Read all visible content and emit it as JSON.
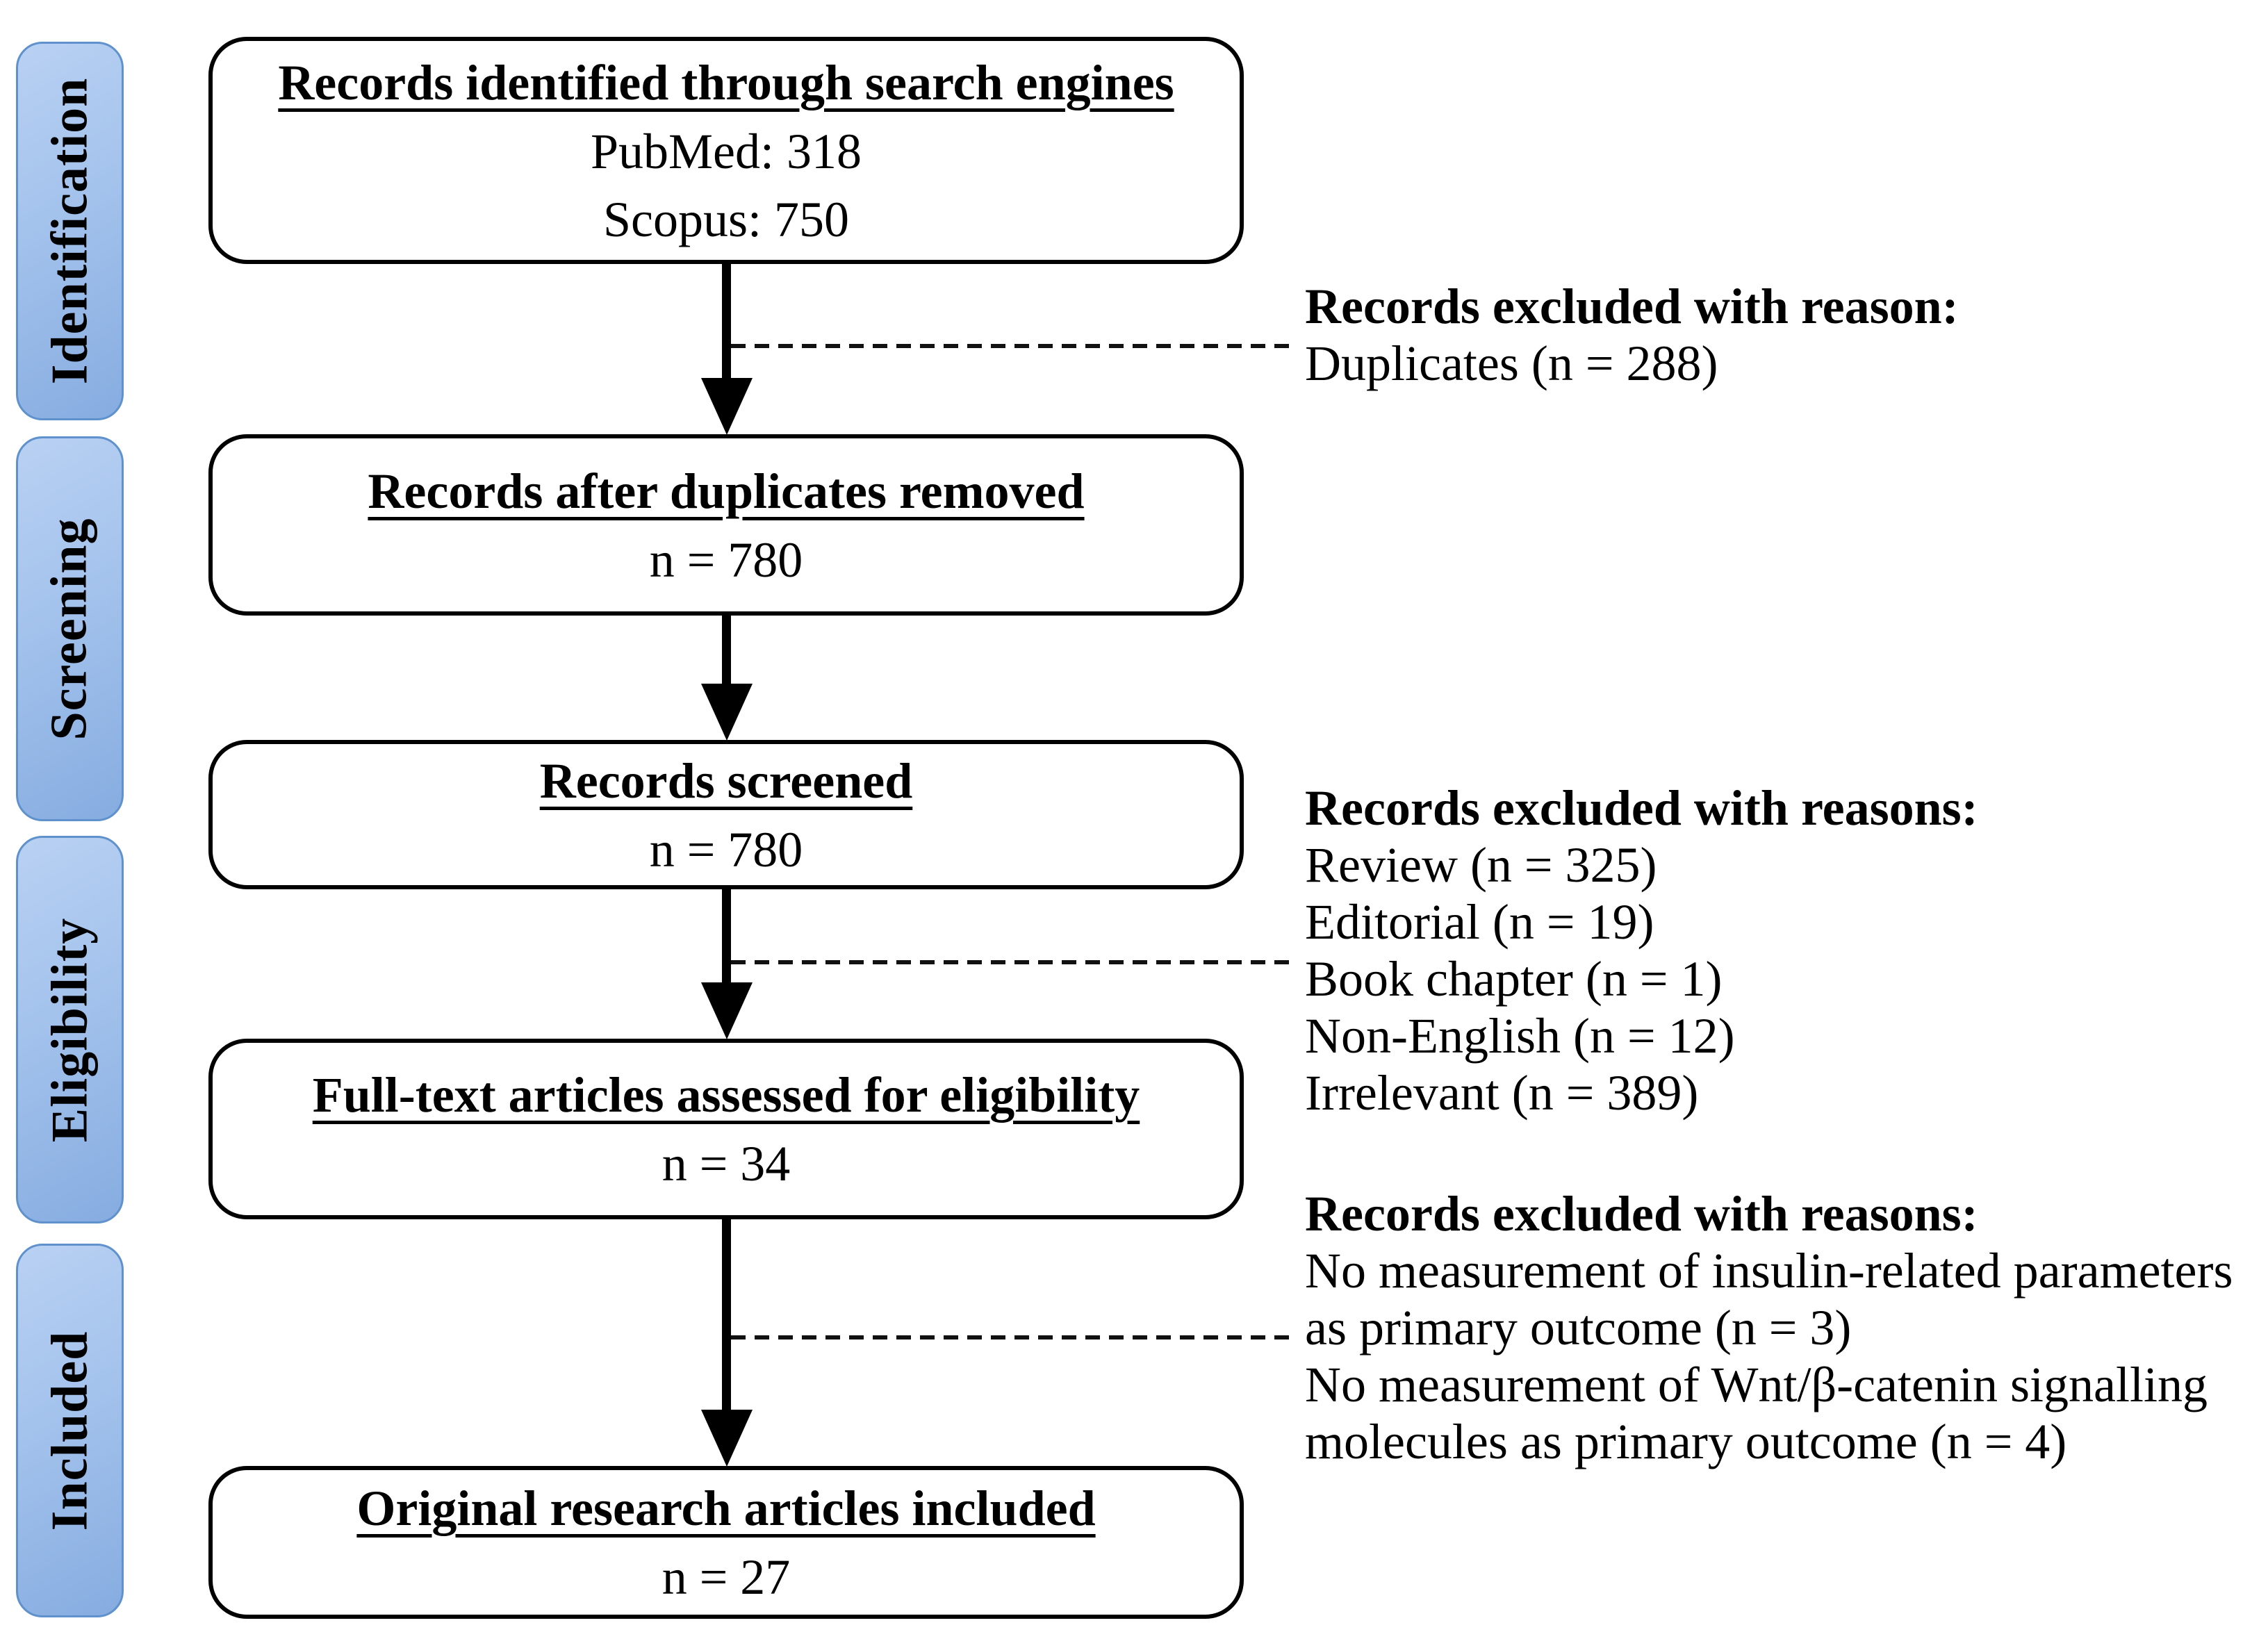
{
  "figure": {
    "kind": "PRISMA flow diagram"
  },
  "colors": {
    "stage_fill_top": "#b9d1f3",
    "stage_fill_bottom": "#86ace0",
    "stage_border": "#5f92cc",
    "line_color": "#000000"
  },
  "stages": [
    {
      "label": "Identification"
    },
    {
      "label": "Screening"
    },
    {
      "label": "Eligibility"
    },
    {
      "label": "Included"
    }
  ],
  "flow": {
    "boxes": [
      {
        "title": "Records identified through search engines",
        "lines": [
          "PubMed: 318",
          "Scopus: 750"
        ]
      },
      {
        "title": "Records after duplicates removed",
        "lines": [
          "n = 780"
        ]
      },
      {
        "title": "Records screened",
        "lines": [
          "n = 780"
        ]
      },
      {
        "title": "Full-text articles assessed for eligibility",
        "lines": [
          "n = 34"
        ]
      },
      {
        "title": "Original research articles included",
        "lines": [
          "n = 27"
        ]
      }
    ]
  },
  "exclusions": [
    {
      "heading": "Records excluded with reason:",
      "lines": [
        "Duplicates (n = 288)"
      ]
    },
    {
      "heading": "Records excluded with reasons:",
      "lines": [
        "Review (n = 325)",
        "Editorial (n = 19)",
        "Book chapter (n = 1)",
        "Non-English (n = 12)",
        "Irrelevant (n = 389)"
      ]
    },
    {
      "heading": "Records excluded with reasons:",
      "lines": [
        "No measurement of insulin-related parameters",
        "as primary outcome (n = 3)",
        "No measurement of Wnt/β-catenin signalling",
        "molecules as primary outcome (n = 4)"
      ]
    }
  ]
}
